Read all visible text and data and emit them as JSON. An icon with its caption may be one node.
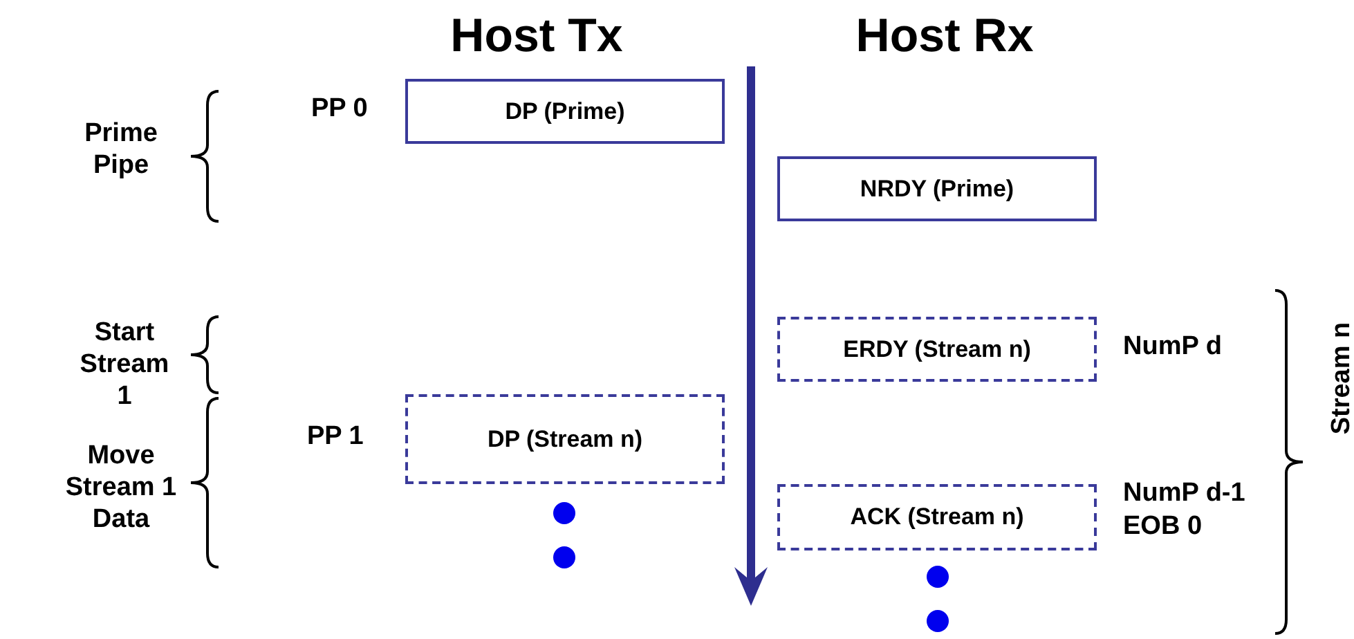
{
  "diagram": {
    "nodes": [
      {
        "text": [
          "DP (Prime)"
        ],
        "beside": [
          "PP 0"
        ]
      },
      {
        "text": [
          "NRDY (Prime)"
        ]
      },
      {
        "text": [
          "ERDY (Stream n)"
        ],
        "beside": [
          "NumP d"
        ]
      },
      {
        "text": [
          "DP (Stream n)"
        ],
        "beside": [
          "PP 1"
        ]
      },
      {
        "text": [
          "ACK (Stream n)"
        ],
        "beside": [
          "NumP d-1",
          "EOB 0"
        ]
      }
    ],
    "edges": [],
    "labels": [
      "Host Tx",
      "Host Rx",
      "Prime Pipe",
      "Start Stream 1",
      "Move Stream 1 Data",
      "Stream n"
    ]
  }
}
